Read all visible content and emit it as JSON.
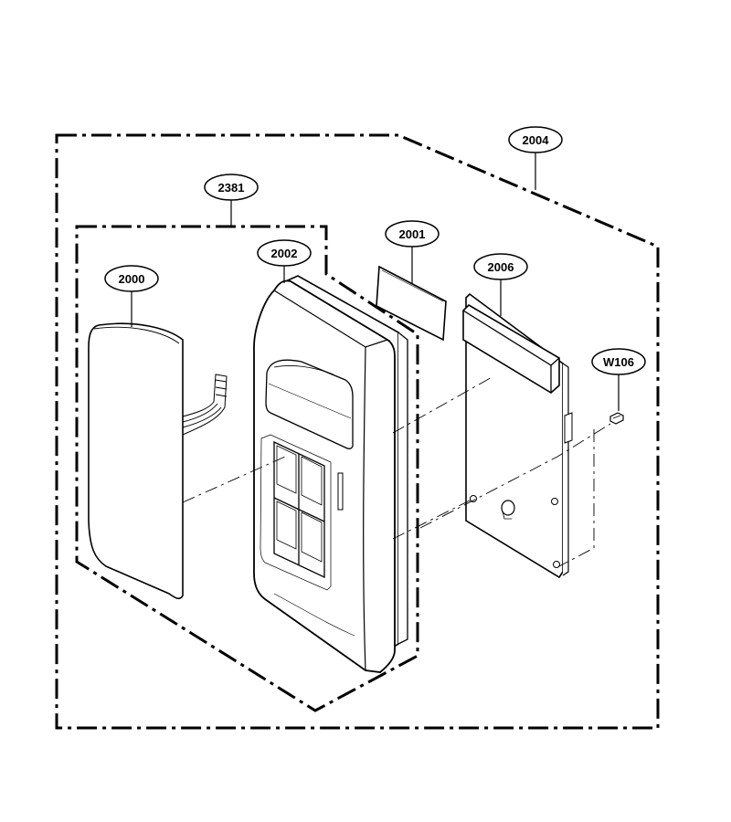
{
  "diagram": {
    "callouts": {
      "assembly_outer": "2004",
      "assembly_inner": "2381",
      "front_glass": "2000",
      "control_panel_frame": "2002",
      "display_window": "2001",
      "pcb": "2006",
      "screw": "W106"
    },
    "line_color": "#000000",
    "background": "#ffffff"
  }
}
